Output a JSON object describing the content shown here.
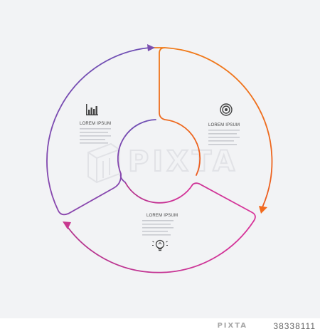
{
  "segments": [
    {
      "title": "LOREM IPSUM",
      "color": "#f26a1d",
      "icon": "target-icon"
    },
    {
      "title": "LOREM IPSUM",
      "color": "#c8388f",
      "icon": "lightbulb-icon"
    },
    {
      "title": "LOREM IPSUM",
      "color": "#7b4fb0",
      "icon": "bar-chart-icon"
    }
  ],
  "watermark": {
    "text": "PIXTA"
  },
  "footer": {
    "logo": "PIXTA",
    "image_id": "38338111"
  }
}
